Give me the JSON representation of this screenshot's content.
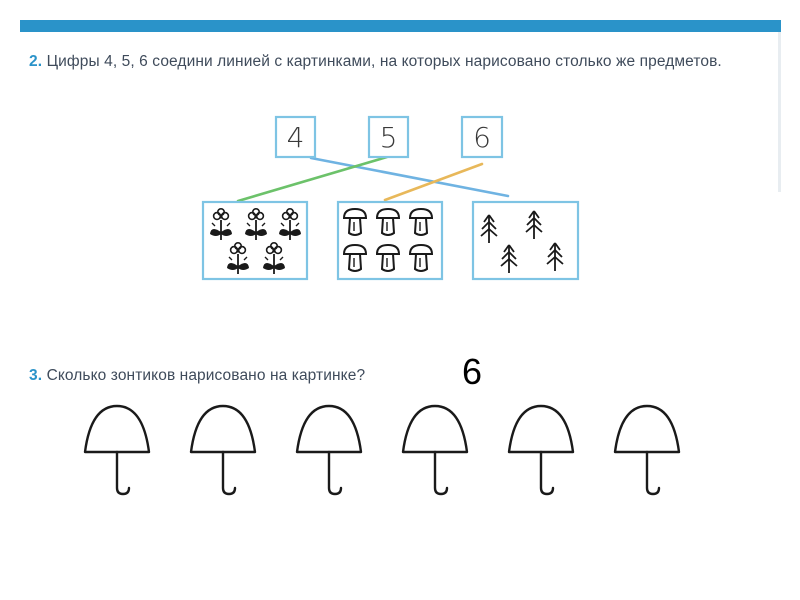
{
  "colors": {
    "accent": "#2a93c9",
    "line_green": "#6cc26a",
    "line_yellow": "#e8b85a",
    "line_blue": "#6fb3e2",
    "box_border": "#7ec4e4",
    "drawing": "#1a1a1a"
  },
  "task2": {
    "number": "2.",
    "text": "Цифры 4, 5, 6 соедини линией с картинками, на которых нарисовано столько же предметов."
  },
  "digits": [
    "4",
    "5",
    "6"
  ],
  "picture_boxes": [
    {
      "item_icon": "flower-icon",
      "count": 5
    },
    {
      "item_icon": "mushroom-icon",
      "count": 6
    },
    {
      "item_icon": "fir-tree-icon",
      "count": 4
    }
  ],
  "connections": [
    {
      "digit": "4",
      "box": 3,
      "color": "#6fb3e2"
    },
    {
      "digit": "5",
      "box": 1,
      "color": "#6cc26a"
    },
    {
      "digit": "6",
      "box": 2,
      "color": "#e8b85a"
    }
  ],
  "task3": {
    "number": "3.",
    "text": "Сколько зонтиков нарисовано на картинке?",
    "umbrella_icon": "umbrella-icon",
    "umbrella_count": 6
  },
  "answer": "6"
}
